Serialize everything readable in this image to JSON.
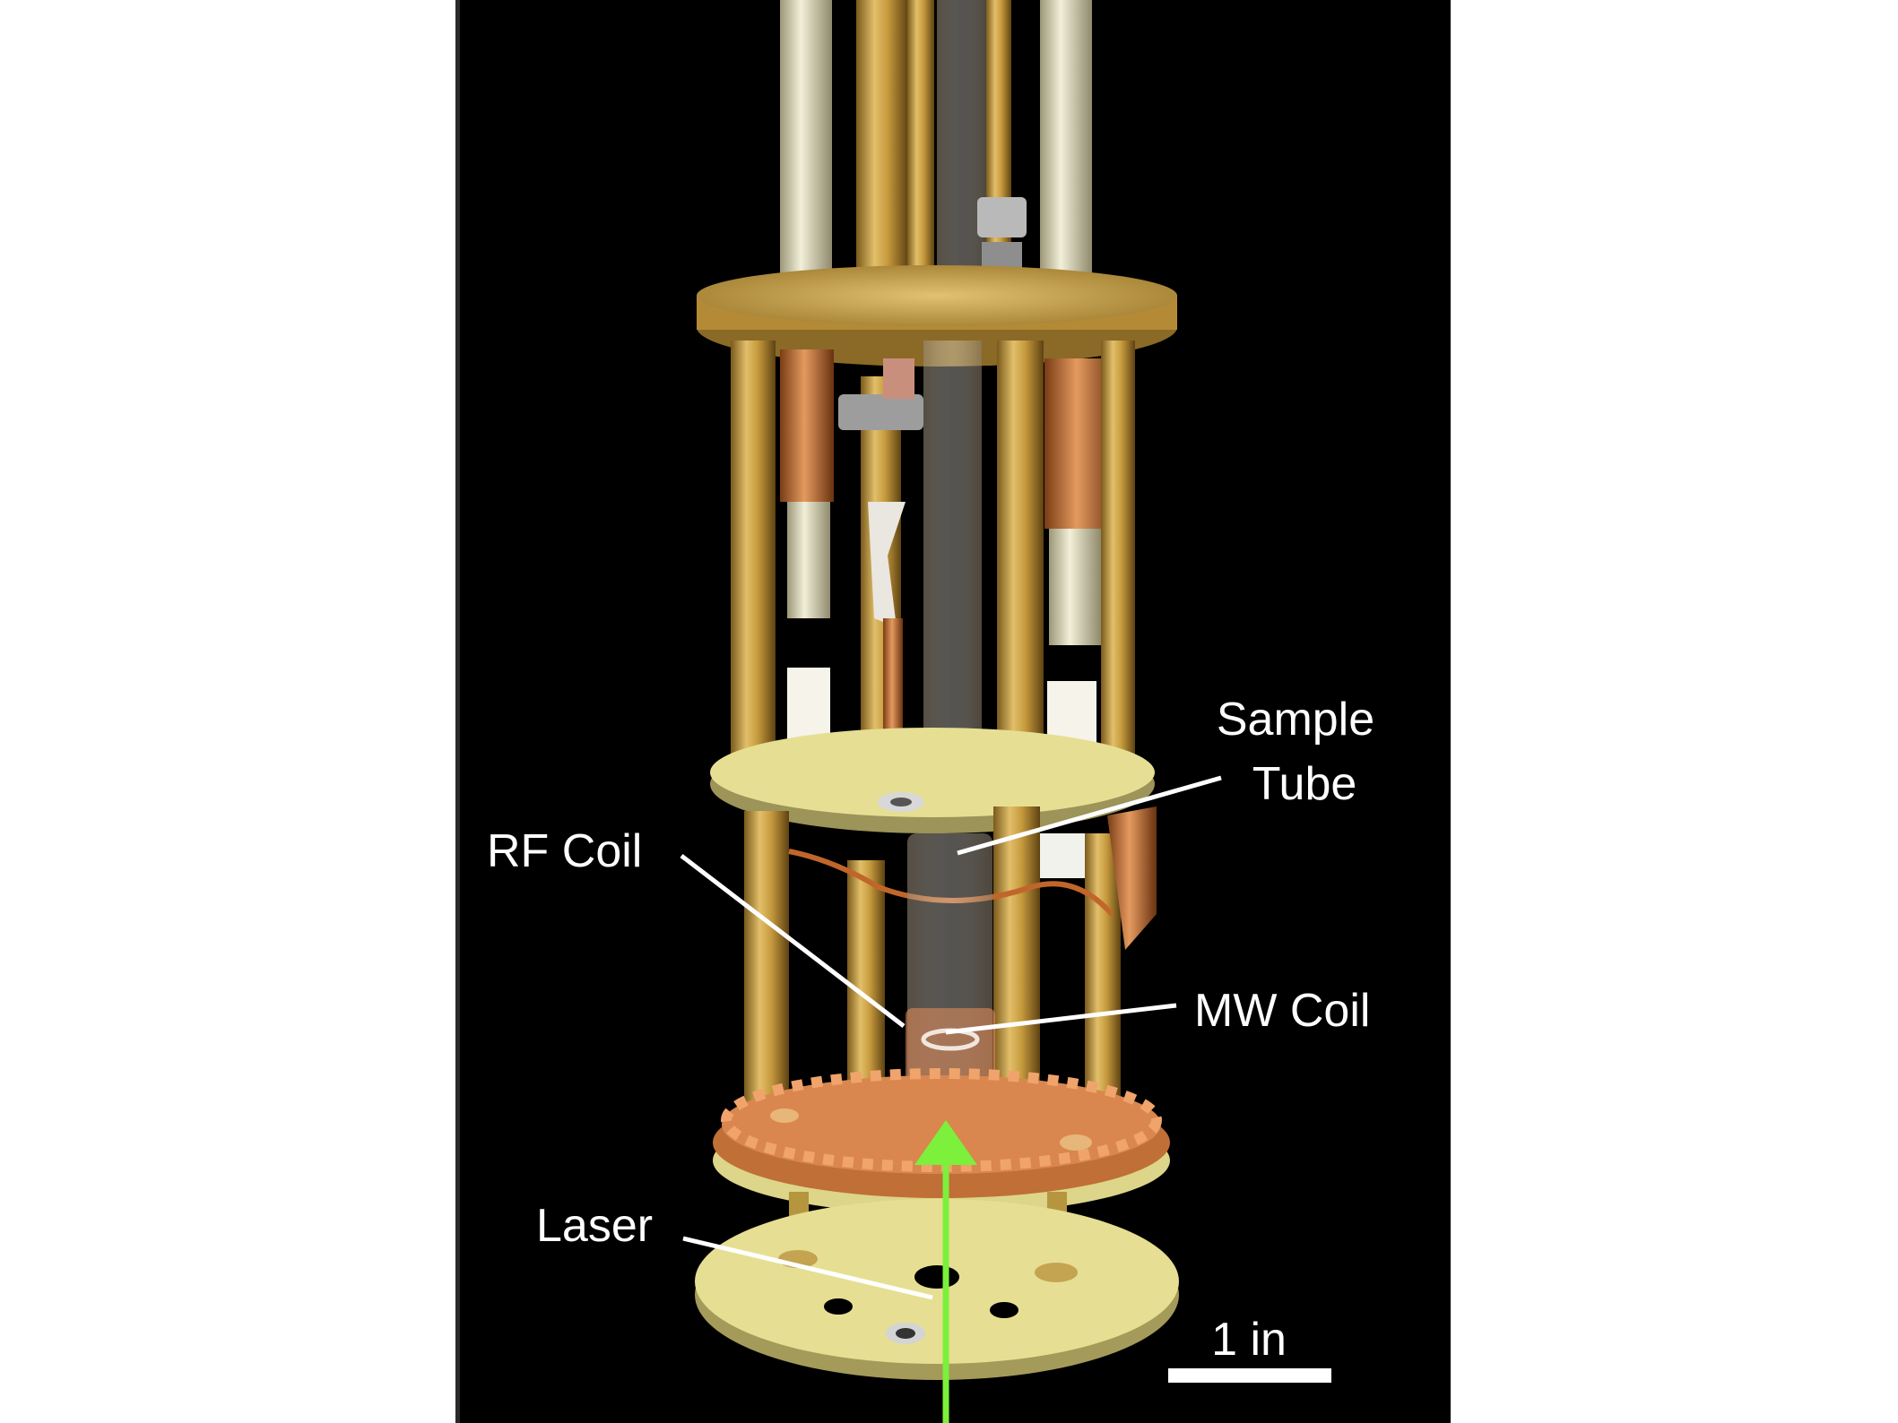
{
  "labels": {
    "sample_tube_line1": "Sample",
    "sample_tube_line2": "Tube",
    "rf_coil": "RF Coil",
    "mw_coil": "MW Coil",
    "laser": "Laser",
    "scale_bar": "1 in"
  },
  "colors": {
    "background": "#000000",
    "page": "#ffffff",
    "brass": "#c9a24a",
    "copper": "#c9773e",
    "g10_board": "#e6df93",
    "laser_beam": "#7cf03a",
    "annotation": "#ffffff"
  }
}
